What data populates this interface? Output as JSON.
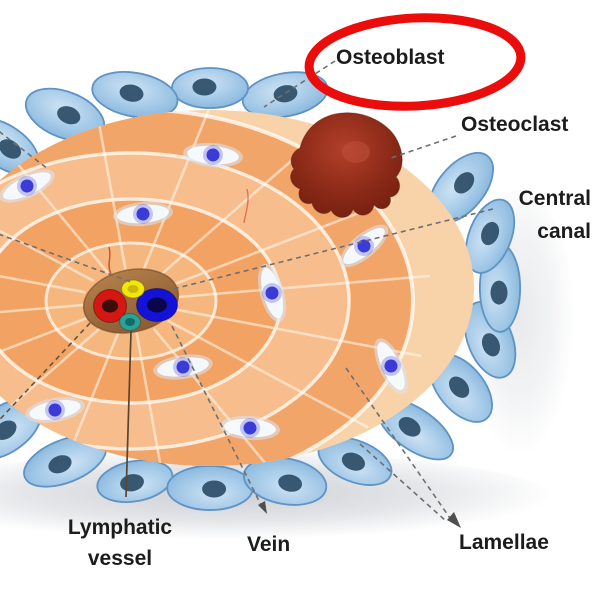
{
  "figure": {
    "subject": "Bone osteon cross-section diagram",
    "background": "#ffffff"
  },
  "labels": {
    "osteoblast": {
      "text": "Osteoblast",
      "highlighted": true
    },
    "osteoclast": {
      "text": "Osteoclast",
      "highlighted": false
    },
    "central_canal": {
      "text": "Central\ncanal",
      "highlighted": false
    },
    "lymphatic_vessel": {
      "text": "Lymphatic\nvessel",
      "highlighted": false
    },
    "vein": {
      "text": "Vein",
      "highlighted": false
    },
    "lamellae": {
      "text": "Lamellae",
      "highlighted": false
    }
  },
  "highlight_ring": {
    "shape": "ellipse",
    "color": "#ea0d0c",
    "around_label": "Osteoblast"
  },
  "structures": [
    "osteoblast-cell-ring",
    "osteoclast-cell",
    "lamellae-rings",
    "osteocytes",
    "central-canal",
    "artery-vessel",
    "vein-vessel",
    "nerve-vessel",
    "lymphatic-vessel"
  ],
  "colors": {
    "highlight_red": "#ea0d0c",
    "label_text": "#1c1c1c",
    "leader_gray": "#6f6f6f",
    "leader_brown": "#6a5138",
    "cell_blue": "#a5cae8",
    "cell_blue_edge": "#5e93c4",
    "cell_nucleus": "#30506a",
    "bone_pale_band": "#f8d2a8",
    "bone_ring_dark": "#f2a365",
    "bone_ring_light": "#f6b680",
    "canal_brown": "#a7703f",
    "artery_red": "#d41712",
    "vein_blue": "#1512d8",
    "nerve_yellow": "#f2e70c",
    "lymph_teal": "#2ba198",
    "osteoclast_maroon": "#8c2a18",
    "osteocyte_nucleus": "#3b3bd8",
    "shadow_gray": "#6e7782"
  }
}
